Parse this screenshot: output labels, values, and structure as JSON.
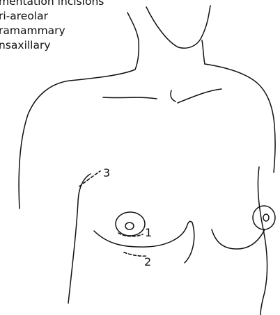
{
  "legend": {
    "line1": "mentation incisions",
    "line2": "ri-areolar",
    "line3": "ramammary",
    "line4": "nsaxillary"
  },
  "labels": {
    "n1": "1",
    "n2": "2",
    "n3": "3"
  }
}
